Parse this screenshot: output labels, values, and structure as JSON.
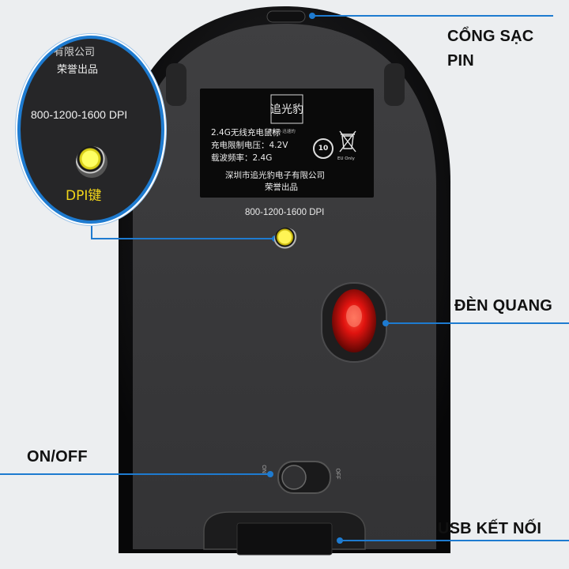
{
  "callouts": {
    "charging_port": "CỔNG SẠC PIN",
    "charging_port_line1": "CỔNG SẠC",
    "charging_port_line2": "PIN",
    "optical_sensor": "ĐÈN QUANG",
    "power_switch": "ON/OFF",
    "usb_receiver": "USB KẾT NỐI"
  },
  "label_sticker": {
    "logo_chars": "追光豹",
    "slogan": "时尚的·迅速的",
    "line1": "2.4G无线充电鼠标",
    "line2": "充电限制电压：4.2V",
    "line3": "载波频率：2.4G",
    "line4": "深圳市追光豹电子有限公司",
    "line5": "荣誉出品",
    "recycle_badge": "10",
    "eu_mark": "EU Only"
  },
  "body_dpi_text": "800-1200-1600 DPI",
  "switch_marks": {
    "on": "ON",
    "off": "OFF"
  },
  "zoom_inset": {
    "cut_text": "有限公司",
    "brand_text": "荣誉出品",
    "dpi_text": "800-1200-1600 DPI",
    "key_label": "DPI键"
  },
  "colors": {
    "background": "#eceef0",
    "mouse_body": "#3a3a3c",
    "mouse_shell": "#0d0d0e",
    "callout_line": "#1e7bd0",
    "sensor_red": "#e0130f",
    "dpi_button_yellow": "#ffff63",
    "dpi_key_text": "#f2d619"
  },
  "icons": [
    "recycle-10-icon",
    "weee-bin-icon",
    "dpi-button",
    "optical-sensor",
    "power-switch"
  ]
}
